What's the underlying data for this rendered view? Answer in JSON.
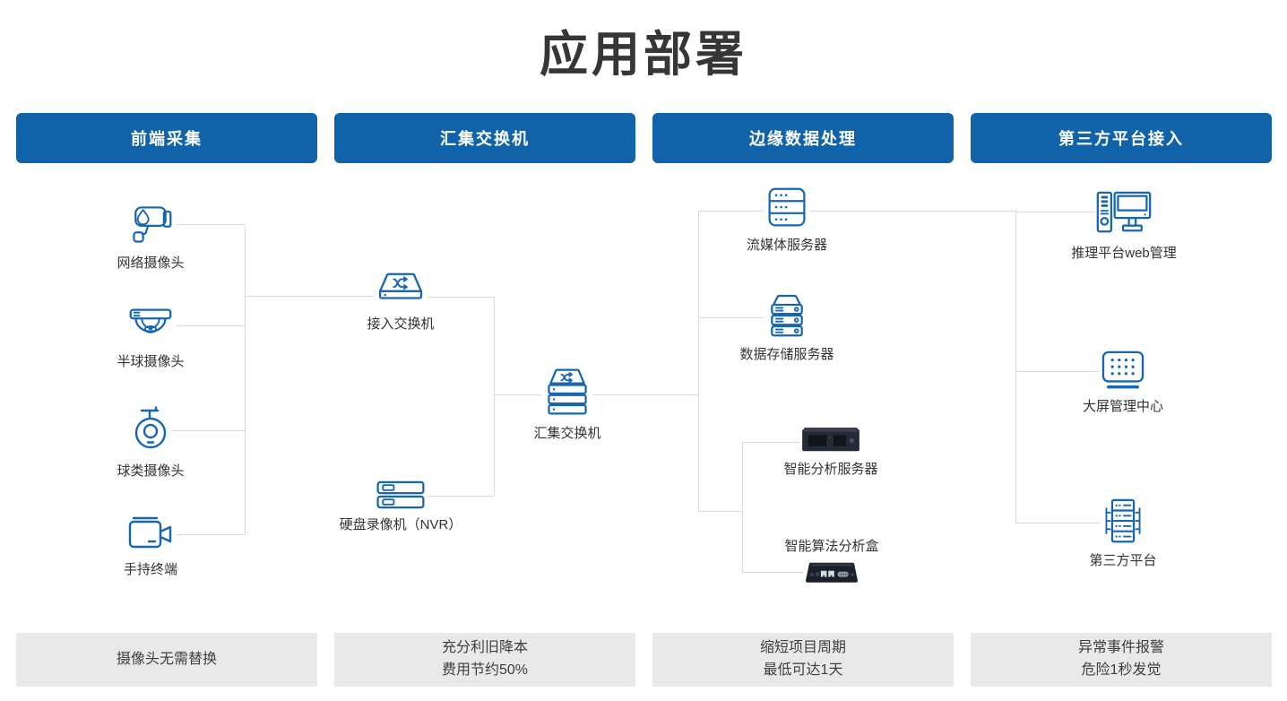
{
  "title": "应用部署",
  "headers": [
    "前端采集",
    "汇集交换机",
    "边缘数据处理",
    "第三方平台接入"
  ],
  "footers": [
    {
      "line1": "摄像头无需替换",
      "line2": ""
    },
    {
      "line1": "充分利旧降本",
      "line2": "费用节约50%"
    },
    {
      "line1": "缩短项目周期",
      "line2": "最低可达1天"
    },
    {
      "line1": "异常事件报警",
      "line2": "危险1秒发觉"
    }
  ],
  "nodes": {
    "network_camera": "网络摄像头",
    "dome_camera": "半球摄像头",
    "ball_camera": "球类摄像头",
    "handheld_terminal": "手持终端",
    "access_switch": "接入交换机",
    "aggregation_switch": "汇集交换机",
    "nvr": "硬盘录像机（NVR）",
    "media_server": "流媒体服务器",
    "storage_server": "数据存储服务器",
    "analysis_server": "智能分析服务器",
    "analysis_box": "智能算法分析盒",
    "inference_platform": "推理平台web管理",
    "screen_center": "大屏管理中心",
    "third_party": "第三方平台"
  },
  "colors": {
    "header_bg": "#1063a8",
    "header_text": "#ffffff",
    "icon_stroke": "#1766b4",
    "footer_bg": "#e9e9e9",
    "connector": "#d9d9d9",
    "title_text": "#363636",
    "label_text": "#333333"
  }
}
